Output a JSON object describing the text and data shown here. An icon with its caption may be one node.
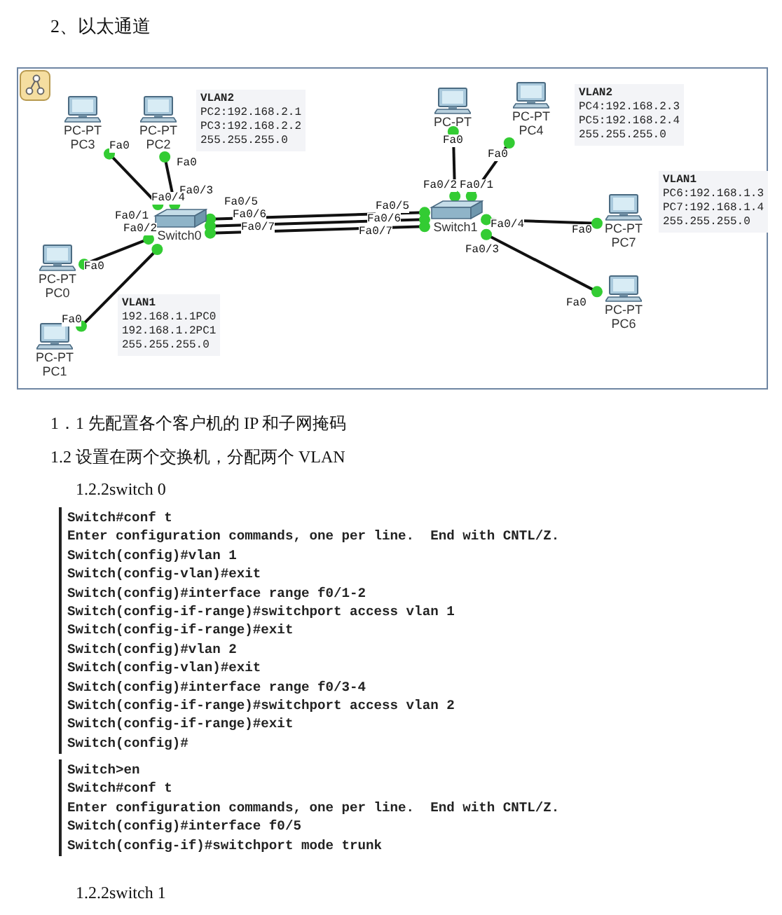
{
  "diagram": {
    "title": "2、以太通道",
    "nodes": [
      {
        "text": [
          "PC-PT",
          "PC3"
        ]
      },
      {
        "text": [
          "PC-PT",
          "PC2"
        ]
      },
      {
        "text": [
          "VLAN2",
          "PC2:192.168.2.1",
          "PC3:192.168.2.2",
          "255.255.255.0"
        ]
      },
      {
        "text": [
          "Switch0"
        ]
      },
      {
        "text": [
          "PC-PT",
          "PC0"
        ]
      },
      {
        "text": [
          "VLAN1",
          "192.168.1.1PC0",
          "192.168.1.2PC1",
          "255.255.255.0"
        ]
      },
      {
        "text": [
          "PC-PT",
          "PC1"
        ]
      },
      {
        "text": [
          "PC-PT"
        ]
      },
      {
        "text": [
          "PC-PT",
          "PC4"
        ]
      },
      {
        "text": [
          "VLAN2",
          "PC4:192.168.2.3",
          "PC5:192.168.2.4",
          "255.255.255.0"
        ]
      },
      {
        "text": [
          "Switch1"
        ]
      },
      {
        "text": [
          "VLAN1",
          "PC6:192.168.1.3",
          "PC7:192.168.1.4",
          "255.255.255.0"
        ]
      },
      {
        "text": [
          "PC-PT",
          "PC7"
        ]
      },
      {
        "text": [
          "PC-PT",
          "PC6"
        ]
      }
    ],
    "edges": [
      {
        "from": 0,
        "to": 3,
        "arrow": "other"
      },
      {
        "from": 1,
        "to": 3,
        "arrow": "other"
      },
      {
        "from": 4,
        "to": 3,
        "arrow": "other"
      },
      {
        "from": 6,
        "to": 3,
        "arrow": "other"
      },
      {
        "from": 3,
        "to": 10,
        "arrow": "other"
      },
      {
        "from": 3,
        "to": 10,
        "arrow": "other"
      },
      {
        "from": 3,
        "to": 10,
        "arrow": "other"
      },
      {
        "from": 10,
        "to": 7,
        "arrow": "other"
      },
      {
        "from": 10,
        "to": 8,
        "arrow": "other"
      },
      {
        "from": 10,
        "to": 12,
        "arrow": "other"
      },
      {
        "from": 10,
        "to": 13,
        "arrow": "other"
      }
    ],
    "labels": [
      "Fa0",
      "Fa0",
      "Fa0/3",
      "Fa0/4",
      "Fa0/5",
      "Fa0/6",
      "Fa0/7",
      "Fa0/1",
      "Fa0/2",
      "Fa0",
      "Fa0",
      "Fa0",
      "Fa0",
      "Fa0/2",
      "Fa0/1",
      "Fa0/5",
      "Fa0/6",
      "Fa0/7",
      "Fa0/4",
      "Fa0/3",
      "Fa0",
      "Fa0",
      "1．1 先配置各个客户机的 IP 和子网掩码",
      "1.2 设置在两个交换机，分配两个 VLAN",
      "1.2.2switch 0",
      "Switch#conf t",
      "Enter configuration commands, one per line.  End with CNTL/Z.",
      "Switch(config)#vlan 1",
      "Switch(config-vlan)#exit",
      "Switch(config)#interface range f0/1-2",
      "Switch(config-if-range)#switchport access vlan 1",
      "Switch(config-if-range)#exit",
      "Switch(config)#vlan 2",
      "Switch(config-vlan)#exit",
      "Switch(config)#interface range f0/3-4",
      "Switch(config-if-range)#switchport access vlan 2",
      "Switch(config-if-range)#exit",
      "Switch(config)#",
      "Switch>en",
      "Switch#conf t",
      "Enter configuration commands, one per line.  End with CNTL/Z.",
      "Switch(config)#interface f0/5",
      "Switch(config-if)#switchport mode trunk",
      "1.2.2switch 1"
    ]
  }
}
